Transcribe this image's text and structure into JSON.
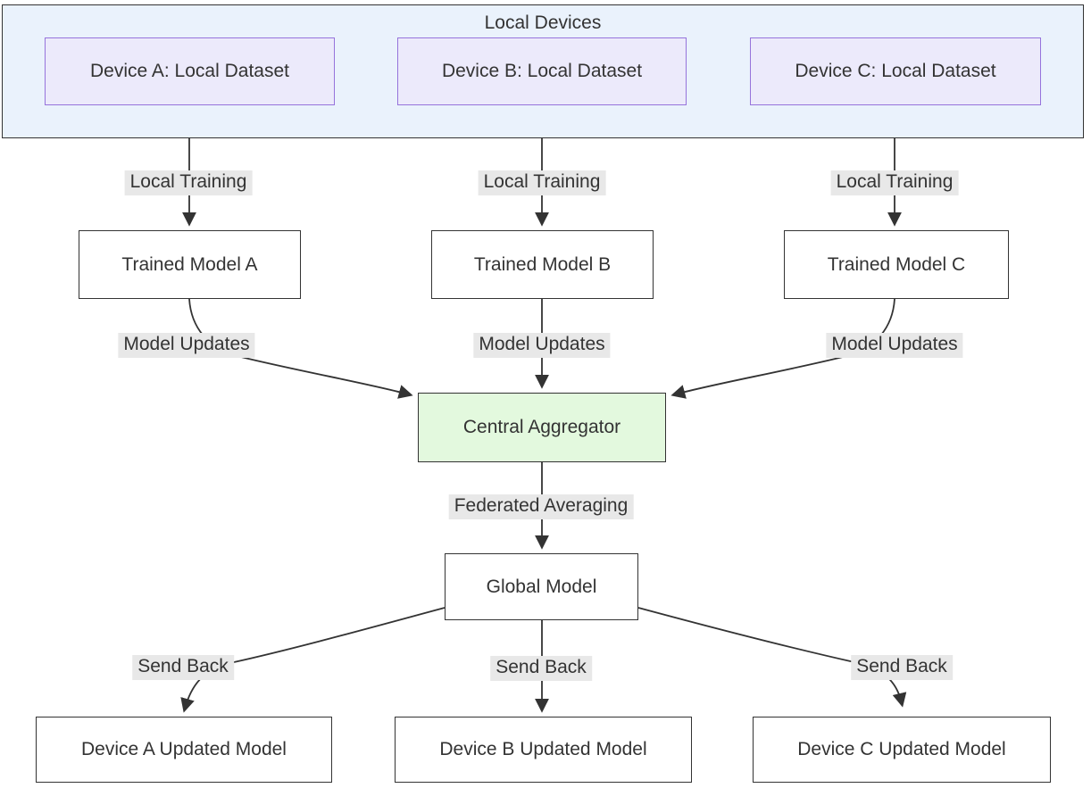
{
  "diagram": {
    "cluster": {
      "title": "Local Devices"
    },
    "nodes": {
      "device_a": "Device A: Local Dataset",
      "device_b": "Device B: Local Dataset",
      "device_c": "Device C: Local Dataset",
      "trained_a": "Trained Model A",
      "trained_b": "Trained Model B",
      "trained_c": "Trained Model C",
      "aggregator": "Central Aggregator",
      "global_model": "Global Model",
      "updated_a": "Device A Updated Model",
      "updated_b": "Device B Updated Model",
      "updated_c": "Device C Updated Model"
    },
    "edge_labels": {
      "local_training": "Local Training",
      "model_updates": "Model Updates",
      "federated_averaging": "Federated Averaging",
      "send_back": "Send Back"
    },
    "colors": {
      "cluster_fill": "#EAF2FC",
      "cluster_border": "#333333",
      "device_fill": "#ECEAFB",
      "device_border": "#9673DB",
      "node_fill": "#FFFFFF",
      "node_border": "#333333",
      "aggregator_fill": "#E3F9DE",
      "aggregator_border": "#333333",
      "edge_color": "#333333",
      "label_bg": "#E8E8E8",
      "text": "#333333"
    }
  }
}
